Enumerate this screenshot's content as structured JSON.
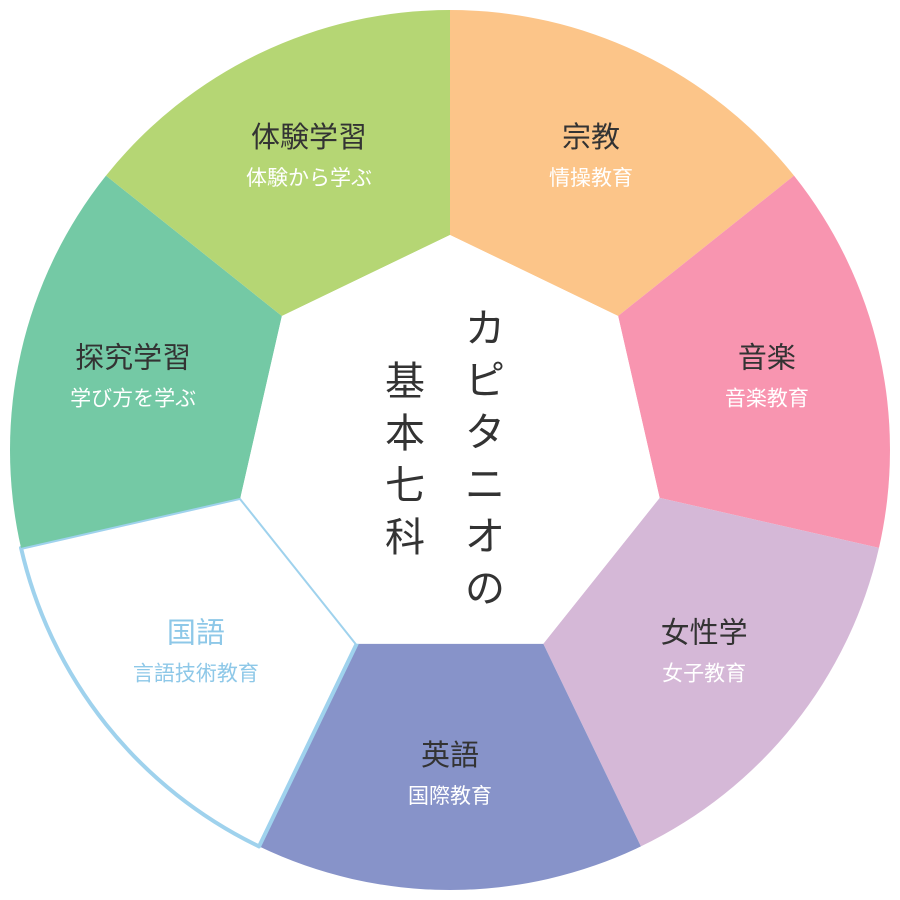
{
  "center": {
    "column_right": "カピタニオの",
    "column_left": "基本七科"
  },
  "segments": [
    {
      "title": "宗教",
      "subtitle": "情操教育",
      "color": "#fcc589",
      "outlined": false
    },
    {
      "title": "音楽",
      "subtitle": "音楽教育",
      "color": "#f895b0",
      "outlined": false
    },
    {
      "title": "女性学",
      "subtitle": "女子教育",
      "color": "#d5b8d7",
      "outlined": false
    },
    {
      "title": "英語",
      "subtitle": "国際教育",
      "color": "#8793c9",
      "outlined": false
    },
    {
      "title": "国語",
      "subtitle": "言語技術教育",
      "color": "#ffffff",
      "outlined": true,
      "outline_color": "#9fd2ed"
    },
    {
      "title": "探究学習",
      "subtitle": "学び方を学ぶ",
      "color": "#74c9a5",
      "outlined": false
    },
    {
      "title": "体験学習",
      "subtitle": "体験から学ぶ",
      "color": "#b5d674",
      "outlined": false
    }
  ]
}
